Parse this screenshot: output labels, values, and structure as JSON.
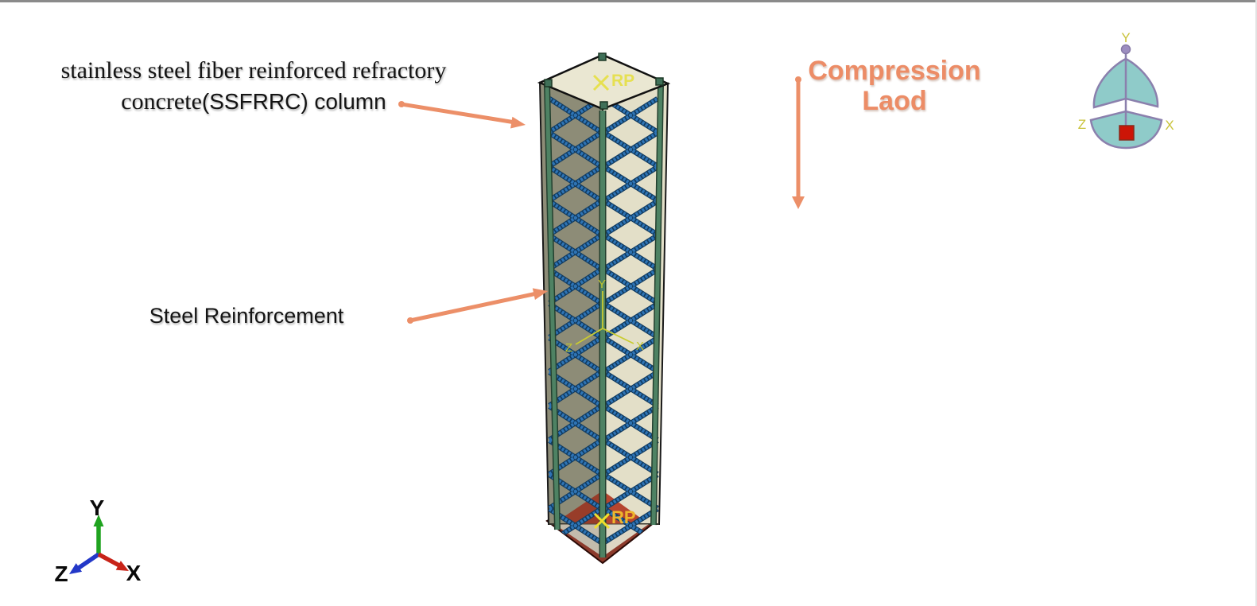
{
  "scene": {
    "title": {
      "line1": "stainless steel fiber reinforced refractory",
      "line2_serif": "concrete",
      "line2_sans": "(SSFRRC) column"
    },
    "labels": {
      "steel_reinforcement": "Steel Reinforcement",
      "compression_line1": "Compression",
      "compression_line2": "Laod"
    },
    "markers": {
      "rp_top": "RP",
      "rp_bottom": "RP"
    },
    "model_axes": {
      "x": "X",
      "y": "Y",
      "z": "Z"
    },
    "view_triad": {
      "x": "X",
      "y": "Y",
      "z": "Z"
    },
    "origin_triad": {
      "x": "X",
      "y": "Y",
      "z": "Z"
    },
    "colors": {
      "annotation_orange": "#EC8F68",
      "compression_text": "#EC8C66",
      "top_face": "#EAE7D2",
      "right_face": "#E3DFC8",
      "left_face": "#8D8C77",
      "rebar_blue": "#2E74B5",
      "rebar_blue_dark": "#123C61",
      "bar_green": "#4E8263",
      "bar_green_dark": "#24402F",
      "plate_maroon": "#8C3A2B",
      "plate_red": "#B5452F",
      "marker_yellow_top": "#E6E051",
      "marker_yellow_bottom": "#EEB62C",
      "axes_yellow": "#C9CC30",
      "triad_teal": "#8FCBC9",
      "triad_purple": "#8B80AD",
      "triad_red_square": "#CC1507",
      "axis_green": "#1FA31F",
      "axis_blue": "#2338C8",
      "axis_red": "#C82318"
    }
  }
}
